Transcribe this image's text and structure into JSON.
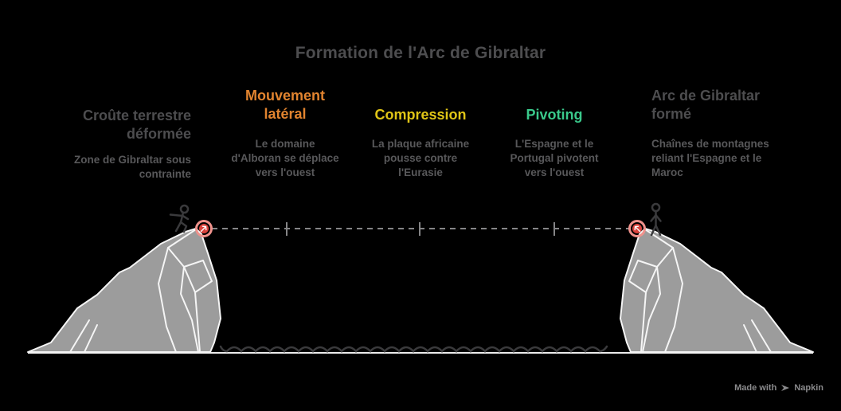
{
  "title": "Formation de l'Arc de Gibraltar",
  "stages": [
    {
      "heading": "Croûte terrestre\ndéformée",
      "body": "Zone de Gibraltar sous\ncontrainte",
      "heading_color": "#4D4D4F"
    },
    {
      "heading": "Mouvement\nlatéral",
      "body": "Le domaine\nd'Alboran se déplace\nvers l'ouest",
      "heading_color": "#E2842F"
    },
    {
      "heading": "Compression",
      "body": "La plaque africaine\npousse contre\nl'Eurasie",
      "heading_color": "#E0C516"
    },
    {
      "heading": "Pivoting",
      "body": "L'Espagne et le\nPortugal pivotent\nvers l'ouest",
      "heading_color": "#3AC98B"
    },
    {
      "heading": "Arc de Gibraltar\nformé",
      "body": "Chaînes de montagnes\nreliant l'Espagne et le\nMaroc",
      "heading_color": "#4D4D4F"
    }
  ],
  "scene": {
    "left_figure": "hiker-walking",
    "right_figure": "person-standing",
    "cliff_color": "#9C9C9C",
    "ridge_color": "#F5F5F5",
    "ground_color": "#ECECEC",
    "wave_color": "#3A3A3C",
    "dash_line_color": "#858587",
    "marker_color": "#D9423C",
    "marker_ring_color": "#F0928C",
    "figure_color": "#3A3A3C"
  },
  "watermark": {
    "prefix": "Made with",
    "brand": "Napkin",
    "color": "#8A8A8C"
  },
  "colors": {
    "background": "#000000",
    "title": "#4D4D4F",
    "body_text": "#58585A"
  }
}
